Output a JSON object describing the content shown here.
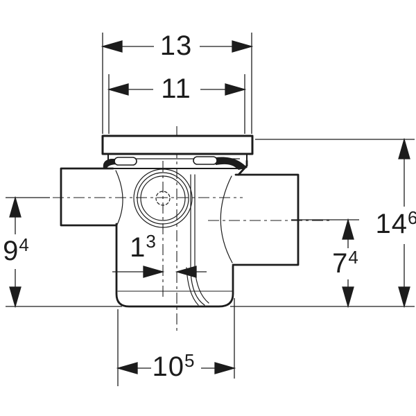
{
  "colors": {
    "line": "#1c1c1c",
    "background": "#ffffff"
  },
  "dimensions": {
    "flange_width": {
      "value": "13",
      "sup": ""
    },
    "body_width": {
      "value": "11",
      "sup": ""
    },
    "inlet_height": {
      "value": "9",
      "sup": "4"
    },
    "total_height": {
      "value": "14",
      "sup": "6"
    },
    "outlet_height": {
      "value": "7",
      "sup": "4"
    },
    "base_width": {
      "value": "10",
      "sup": "5"
    },
    "center_offset": {
      "value": "1",
      "sup": "3"
    }
  }
}
